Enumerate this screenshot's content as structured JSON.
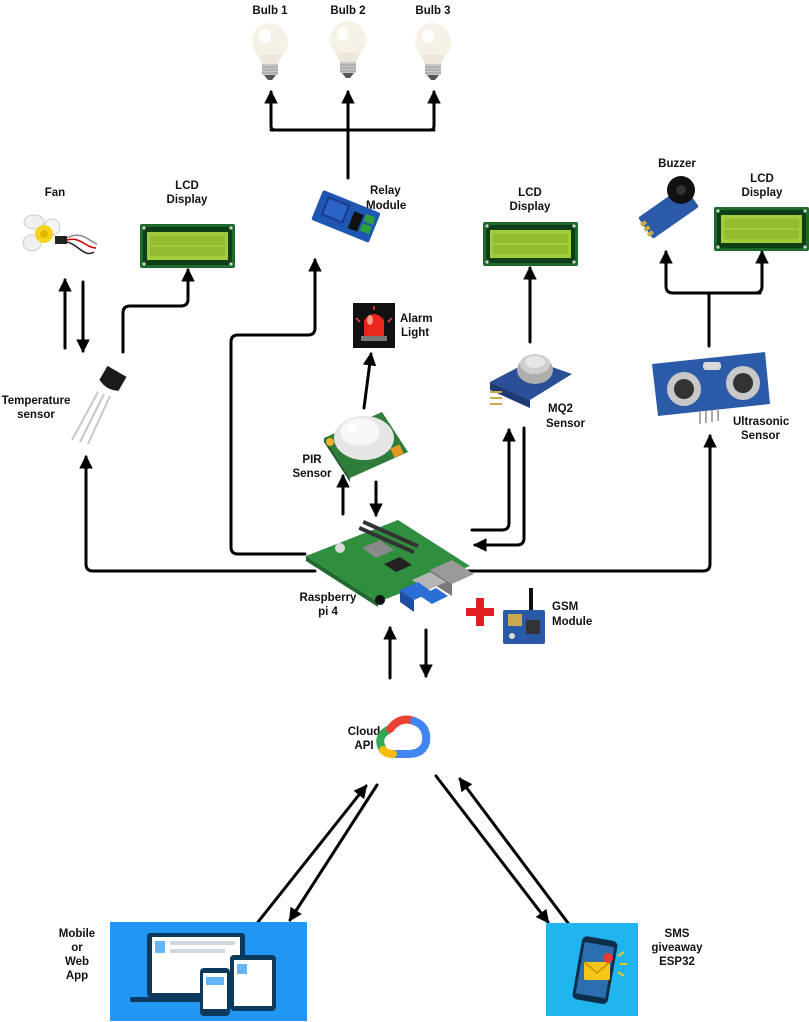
{
  "labels": {
    "bulb1": "Bulb 1",
    "bulb2": "Bulb 2",
    "bulb3": "Bulb 3",
    "fan": "Fan",
    "lcd_left": [
      "LCD",
      "Display"
    ],
    "relay": [
      "Relay",
      "Module"
    ],
    "lcd_mid": [
      "LCD",
      "Display"
    ],
    "buzzer": "Buzzer",
    "lcd_right": [
      "LCD",
      "Display"
    ],
    "alarm_light": [
      "Alarm",
      "Light"
    ],
    "temperature_sensor": [
      "Temperature",
      "sensor"
    ],
    "mq2_sensor": [
      "MQ2",
      "Sensor"
    ],
    "ultrasonic_sensor": [
      "Ultrasonic",
      "Sensor"
    ],
    "pir_sensor": [
      "PIR",
      "Sensor"
    ],
    "raspberry_pi": [
      "Raspberry",
      "pi 4"
    ],
    "gsm_module": [
      "GSM",
      "Module"
    ],
    "cloud_api": [
      "Cloud",
      "API"
    ],
    "mobile_app": [
      "Mobile",
      "or",
      "Web",
      "App"
    ],
    "sms": [
      "SMS",
      "giveaway",
      "ESP32"
    ]
  },
  "colors": {
    "lcd_green": "#a3cc3a",
    "pi_green": "#2f8f3f",
    "app_blue": "#2196f3",
    "sms_blue": "#21b5f0",
    "cloud_blue": "#4285f4",
    "cloud_red": "#ea4335",
    "cloud_yellow": "#fbbc04",
    "cloud_green": "#34a853",
    "plus_red": "#e02020"
  },
  "icons": [
    "bulb-icon",
    "fan-icon",
    "lcd-icon",
    "relay-icon",
    "buzzer-icon",
    "alarm-light-icon",
    "temperature-sensor-icon",
    "mq2-sensor-icon",
    "ultrasonic-sensor-icon",
    "pir-sensor-icon",
    "raspberry-pi-icon",
    "plus-icon",
    "gsm-module-icon",
    "google-cloud-icon",
    "mobile-web-app-icon",
    "sms-phone-icon"
  ]
}
